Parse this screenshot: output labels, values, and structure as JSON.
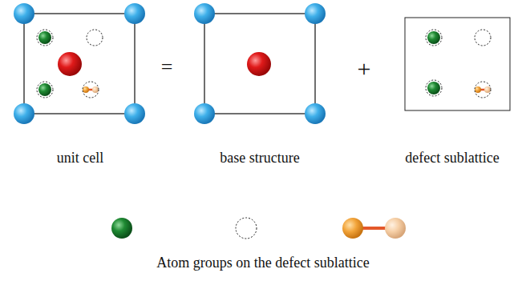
{
  "diagram": {
    "nodes": [
      {
        "text": [
          "unit cell"
        ]
      },
      {
        "text": [
          "base structure"
        ]
      },
      {
        "text": [
          "defect sublattice"
        ]
      }
    ],
    "labels": [
      "=",
      "+",
      "Atom groups on the defect sublattice"
    ]
  }
}
